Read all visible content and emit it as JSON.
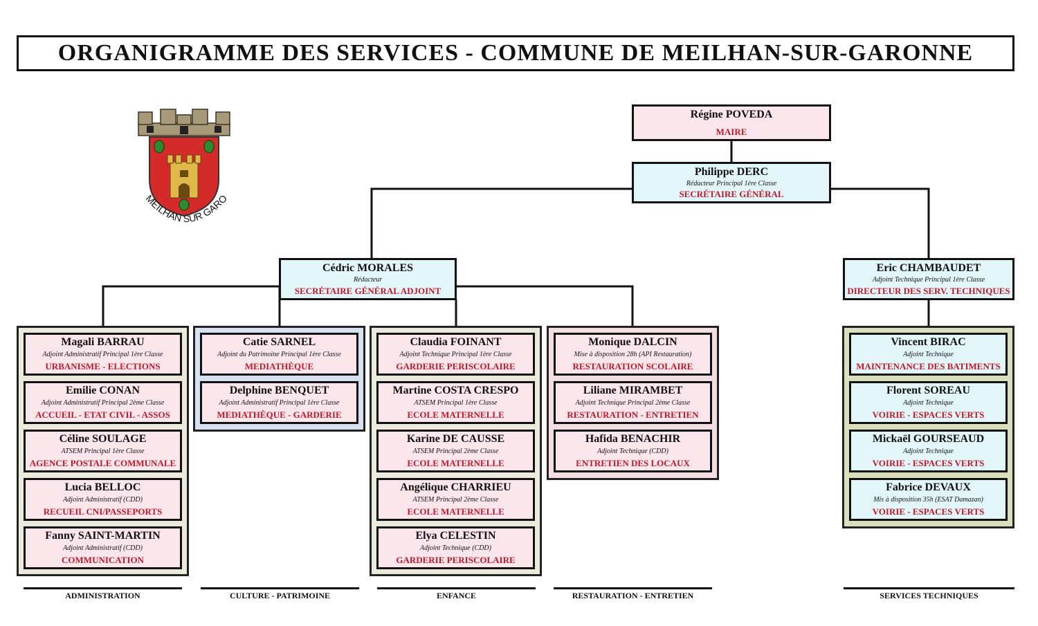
{
  "title": "ORGANIGRAMME DES SERVICES - COMMUNE DE MEILHAN-SUR-GARONNE",
  "logo": {
    "text": "MEILHAN SUR GARONNE",
    "icon": "tower-coat-of-arms-icon"
  },
  "colors": {
    "function_text": "#c0182b",
    "pink_card": "#fbe7eb",
    "cyan_card": "#e2f6f9"
  },
  "maire": {
    "name": "Régine POVEDA",
    "function": "MAIRE"
  },
  "secretaire_general": {
    "name": "Philippe DERC",
    "grade": "Rédacteur Principal 1ère Classe",
    "function": "SECRÉTAIRE GÉNÉRAL"
  },
  "secretaire_adjoint": {
    "name": "Cédric MORALES",
    "grade": "Rédacteur",
    "function": "SECRÉTAIRE GÉNÉRAL ADJOINT"
  },
  "directeur_technique": {
    "name": "Eric CHAMBAUDET",
    "grade": "Adjoint Technique Principal 1ère Classe",
    "function": "DIRECTEUR DES SERV. TECHNIQUES"
  },
  "groups": {
    "administration": {
      "label": "ADMINISTRATION",
      "members": [
        {
          "name": "Magali BARRAU",
          "grade": "Adjoint Administratif Principal 1ère Classe",
          "function": "URBANISME - ELECTIONS"
        },
        {
          "name": "Emilie CONAN",
          "grade": "Adjoint Administratif Principal 2ème Classe",
          "function": "ACCUEIL - ETAT CIVIL - ASSOS"
        },
        {
          "name": "Céline SOULAGE",
          "grade": "ATSEM Principal 1ère Classe",
          "function": "AGENCE POSTALE COMMUNALE"
        },
        {
          "name": "Lucia BELLOC",
          "grade": "Adjoint Administratif (CDD)",
          "function": "RECUEIL CNI/PASSEPORTS"
        },
        {
          "name": "Fanny SAINT-MARTIN",
          "grade": "Adjoint Administratif (CDD)",
          "function": "COMMUNICATION"
        }
      ]
    },
    "culture": {
      "label": "CULTURE - PATRIMOINE",
      "members": [
        {
          "name": "Catie SARNEL",
          "grade": "Adjoint du Patrimoine Principal 1ère Classe",
          "function": "MEDIATHÈQUE"
        },
        {
          "name": "Delphine BENQUET",
          "grade": "Adjoint Administratif Principal 1ère Classe",
          "function": "MEDIATHÈQUE - GARDERIE"
        }
      ]
    },
    "enfance": {
      "label": "ENFANCE",
      "members": [
        {
          "name": "Claudia FOINANT",
          "grade": "Adjoint Technique Principal 1ère Classe",
          "function": "GARDERIE PERISCOLAIRE"
        },
        {
          "name": "Martine COSTA CRESPO",
          "grade": "ATSEM Principal 1ère Classe",
          "function": "ECOLE MATERNELLE"
        },
        {
          "name": "Karine DE CAUSSE",
          "grade": "ATSEM Principal 2ème Classe",
          "function": "ECOLE MATERNELLE"
        },
        {
          "name": "Angélique CHARRIEU",
          "grade": "ATSEM Principal 2ème Classe",
          "function": "ECOLE MATERNELLE"
        },
        {
          "name": "Elya CELESTIN",
          "grade": "Adjoint Technique (CDD)",
          "function": "GARDERIE PERISCOLAIRE"
        }
      ]
    },
    "restauration": {
      "label": "RESTAURATION - ENTRETIEN",
      "members": [
        {
          "name": "Monique DALCIN",
          "grade": "Mise à disposition 28h (API Restauration)",
          "function": "RESTAURATION SCOLAIRE"
        },
        {
          "name": "Liliane MIRAMBET",
          "grade": "Adjoint Technique Principal 2ème Classe",
          "function": "RESTAURATION - ENTRETIEN"
        },
        {
          "name": "Hafida BENACHIR",
          "grade": "Adjoint Technique (CDD)",
          "function": "ENTRETIEN DES LOCAUX"
        }
      ]
    },
    "technique": {
      "label": "SERVICES TECHNIQUES",
      "members": [
        {
          "name": "Vincent BIRAC",
          "grade": "Adjoint Technique",
          "function": "MAINTENANCE DES BATIMENTS"
        },
        {
          "name": "Florent SOREAU",
          "grade": "Adjoint Technique",
          "function": "VOIRIE - ESPACES VERTS"
        },
        {
          "name": "Mickaël GOURSEAUD",
          "grade": "Adjoint Technique",
          "function": "VOIRIE - ESPACES VERTS"
        },
        {
          "name": "Fabrice DEVAUX",
          "grade": "Mis à disposition 35h (ESAT Damazan)",
          "function": "VOIRIE - ESPACES VERTS"
        }
      ]
    }
  }
}
